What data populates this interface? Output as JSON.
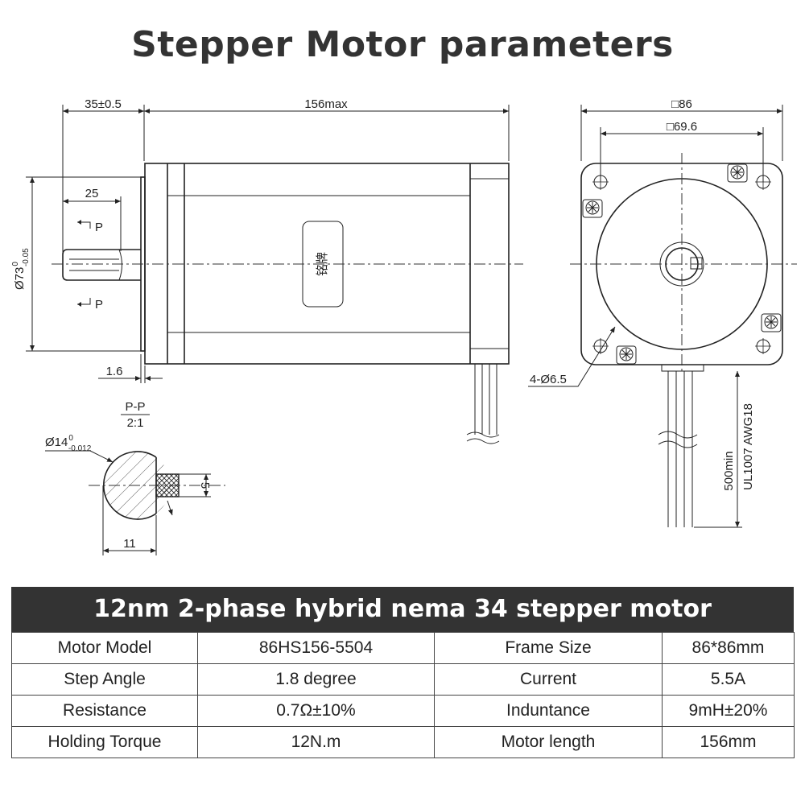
{
  "page": {
    "title": "Stepper Motor parameters"
  },
  "drawing": {
    "side_view": {
      "shaft_length": "35±0.5",
      "body_length": "156max",
      "key_length": "25",
      "section_mark": "P",
      "flange_thickness": "1.6",
      "diameter_main": "Ø73",
      "diameter_sup": "0",
      "diameter_sub": "-0.05",
      "nameplate": "铭牌"
    },
    "section_view": {
      "label": "P-P",
      "scale": "2:1",
      "diameter_main": "Ø14",
      "diameter_sup": "0",
      "diameter_sub": "-0.012",
      "key_height": "5",
      "flat_width": "11"
    },
    "front_view": {
      "frame": "□86",
      "hole_spacing": "□69.6",
      "holes": "4-Ø6.5",
      "lead_length": "500min",
      "wire_spec": "UL1007  AWG18"
    }
  },
  "spec": {
    "heading": "12nm 2-phase hybrid nema 34 stepper motor",
    "rows": [
      [
        "Motor Model",
        "86HS156-5504",
        "Frame Size",
        "86*86mm"
      ],
      [
        "Step Angle",
        "1.8 degree",
        "Current",
        "5.5A"
      ],
      [
        "Resistance",
        "0.7Ω±10%",
        "Induntance",
        "9mH±20%"
      ],
      [
        "Holding Torque",
        "12N.m",
        "Motor length",
        "156mm"
      ]
    ]
  },
  "colors": {
    "title": "#333333",
    "header_bg": "#333333",
    "header_text": "#ffffff",
    "line": "#222222"
  }
}
